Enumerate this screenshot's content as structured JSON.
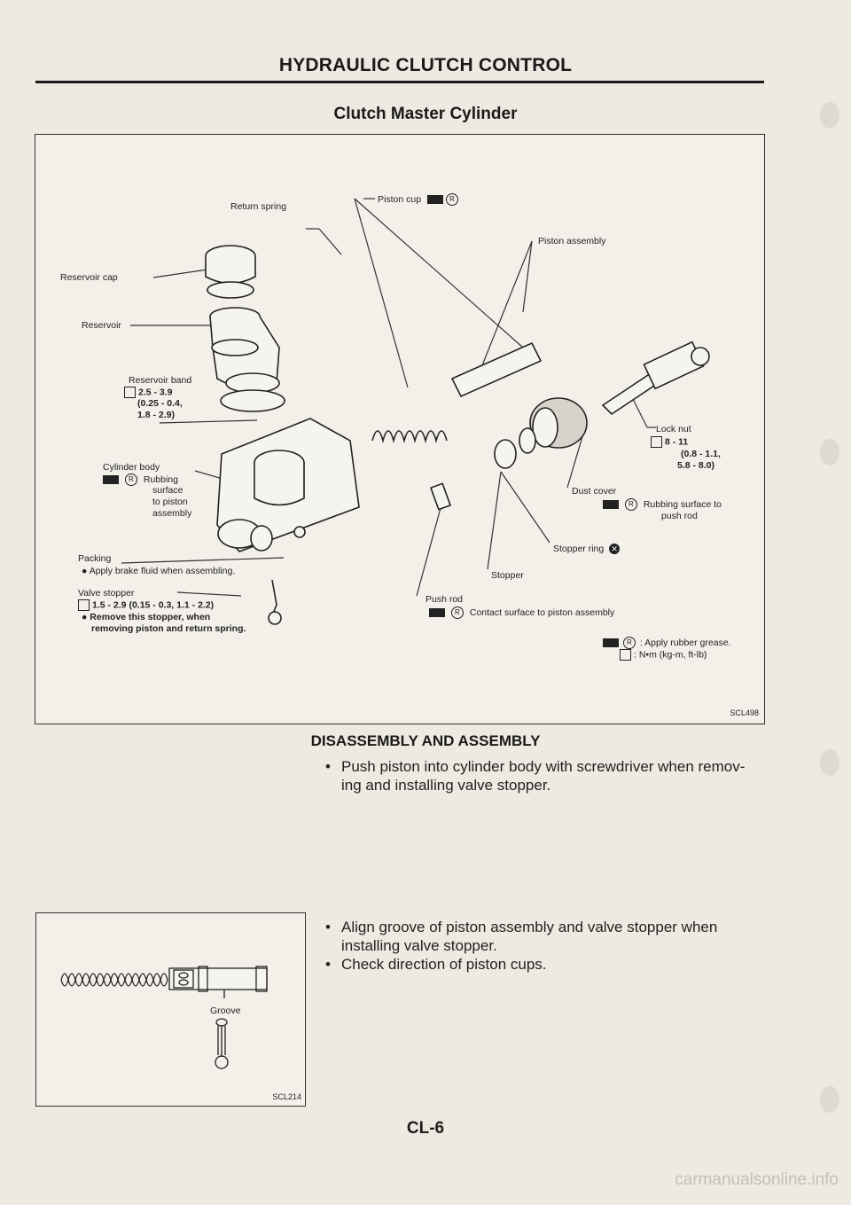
{
  "header": {
    "section_title": "HYDRAULIC CLUTCH CONTROL",
    "sub_title": "Clutch Master Cylinder"
  },
  "figure1": {
    "code": "SCL498",
    "labels": {
      "return_spring": "Return spring",
      "piston_cup": "Piston cup",
      "piston_assembly": "Piston assembly",
      "reservoir_cap": "Reservoir cap",
      "reservoir": "Reservoir",
      "reservoir_band_title": "Reservoir band",
      "reservoir_band_torque": "2.5 - 3.9",
      "reservoir_band_torque2": "(0.25 - 0.4,",
      "reservoir_band_torque3": "1.8 - 2.9)",
      "cylinder_body": "Cylinder body",
      "rubbing_surface_1": "Rubbing",
      "rubbing_surface_2": "surface",
      "rubbing_surface_3": "to piston",
      "rubbing_surface_4": "assembly",
      "packing": "Packing",
      "packing_note": "Apply brake fluid when assembling.",
      "valve_stopper": "Valve stopper",
      "valve_stopper_torque": "1.5 - 2.9 (0.15 - 0.3, 1.1 - 2.2)",
      "valve_stopper_note1": "Remove this stopper, when",
      "valve_stopper_note2": "removing piston and return spring.",
      "lock_nut": "Lock nut",
      "lock_nut_torque1": "8 - 11",
      "lock_nut_torque2": "(0.8 - 1.1,",
      "lock_nut_torque3": "5.8 - 8.0)",
      "dust_cover": "Dust cover",
      "dust_cover_note1": "Rubbing surface to",
      "dust_cover_note2": "push rod",
      "stopper_ring": "Stopper ring",
      "stopper": "Stopper",
      "push_rod": "Push rod",
      "push_rod_note": "Contact surface to piston assembly",
      "legend_grease": ": Apply rubber grease.",
      "legend_torque": ": N•m (kg-m, ft-lb)"
    }
  },
  "disassembly": {
    "heading": "DISASSEMBLY AND ASSEMBLY",
    "bullet1_line1": "Push piston into cylinder body with screwdriver when remov-",
    "bullet1_line2": "ing and installing valve stopper.",
    "bullet2_line1": "Align groove of piston assembly and valve stopper when",
    "bullet2_line2": "installing valve stopper.",
    "bullet3": "Check direction of piston cups."
  },
  "figure2": {
    "code": "SCL214",
    "groove": "Groove"
  },
  "footer": {
    "page_number": "CL-6",
    "watermark": "carmanualsonline.info"
  },
  "colors": {
    "paper": "#eeeae2",
    "ink": "#1d1d1d"
  }
}
